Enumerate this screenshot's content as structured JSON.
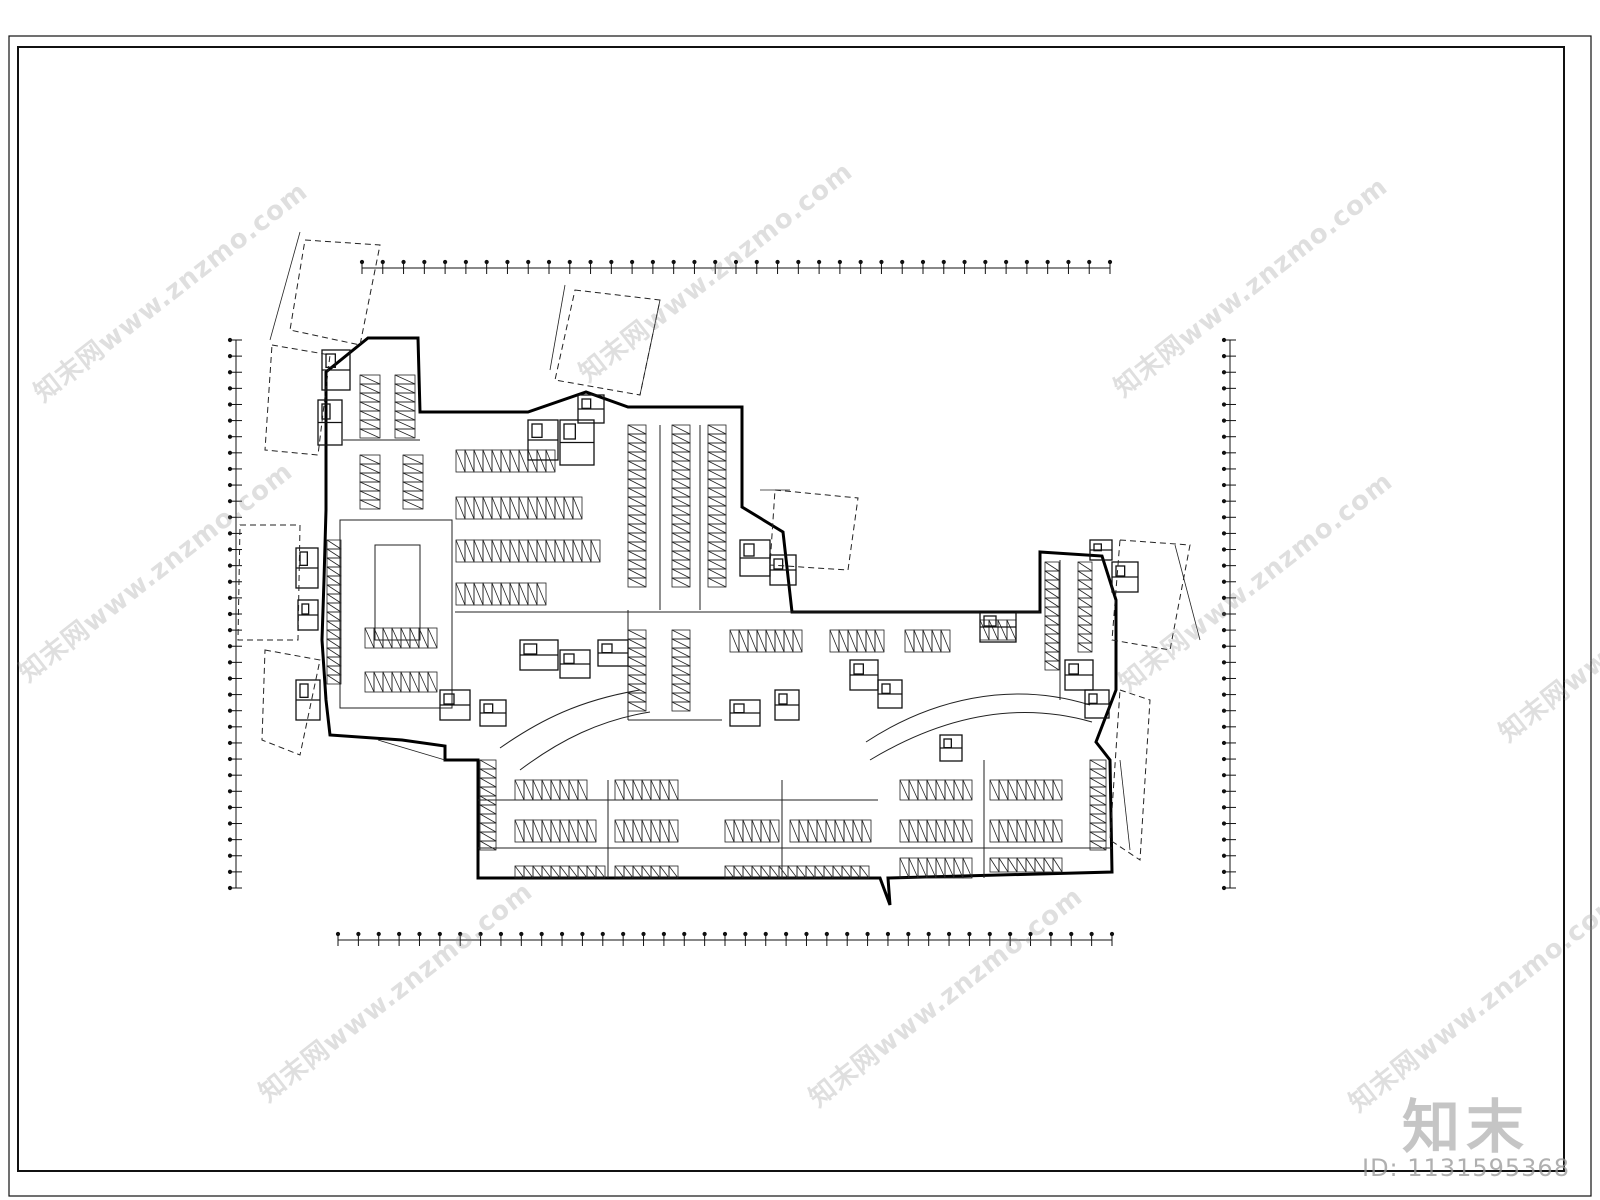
{
  "drawing": {
    "side_note": "",
    "colors": {
      "line": "#111111",
      "background": "#ffffff",
      "watermark": "#9a9a9a"
    }
  },
  "watermark": {
    "site_text": "知末网www.znzmo.com",
    "brand_logo": "知末",
    "brand_id": "ID: 1131595368"
  }
}
